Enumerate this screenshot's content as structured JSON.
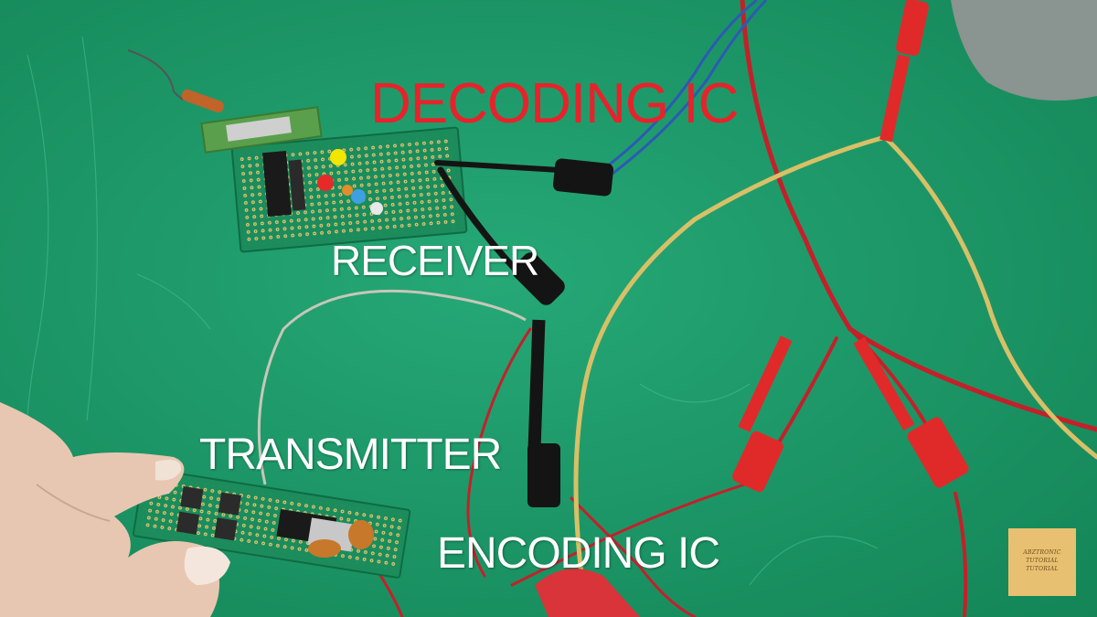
{
  "captions": {
    "decoding_ic": "DECODING IC",
    "receiver": "RECEIVER",
    "transmitter": "TRANSMITTER",
    "encoding_ic": "ENCODING IC"
  },
  "watermark": {
    "line1": "ABZTRONIC",
    "line2": "TUTORIAL",
    "line3": "TUTORIAL"
  },
  "colors": {
    "mat": "#1f9a6a",
    "caption_red": "#e8222a",
    "caption_white": "#ffffff",
    "wire_red": "#c4202a",
    "wire_yellow": "#d8c067",
    "probe_black": "#141414",
    "pcb": "#1c8c5c",
    "logo": "#e8c071"
  }
}
